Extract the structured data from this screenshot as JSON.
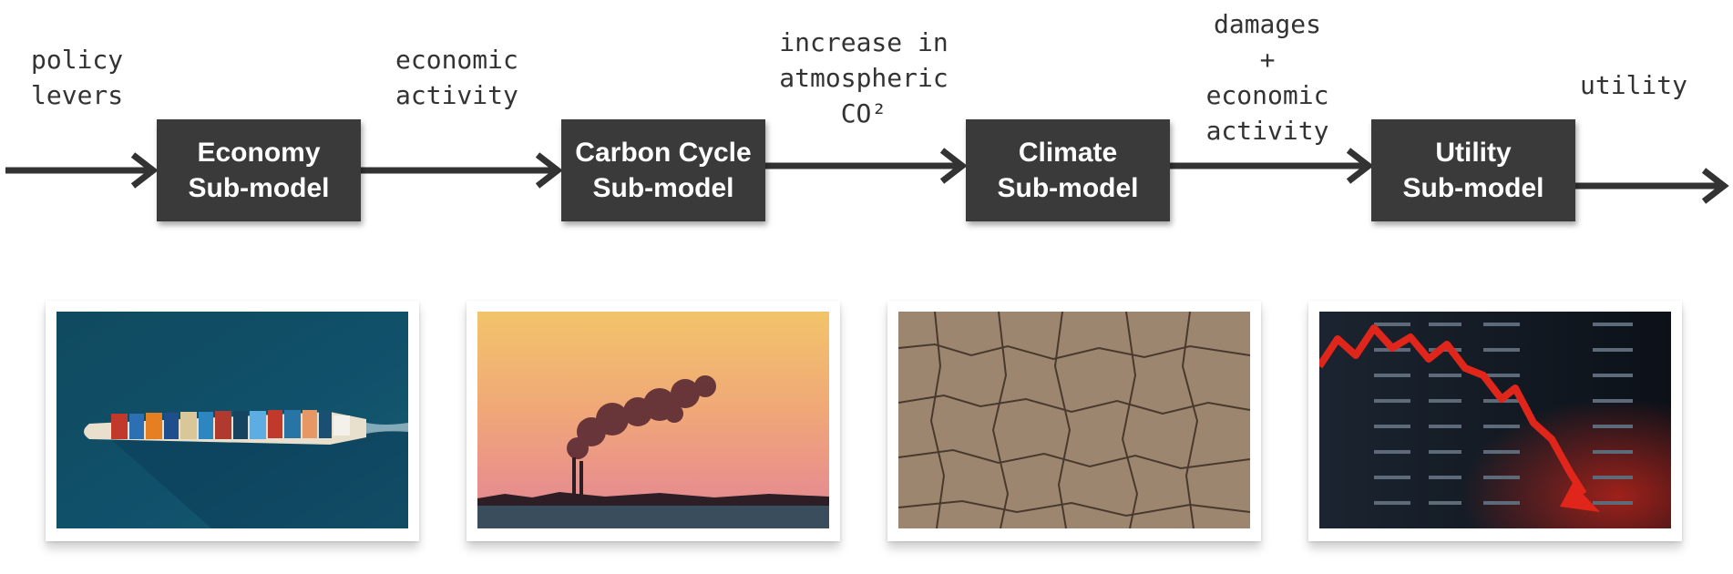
{
  "flow": {
    "input_label": "policy\nlevers",
    "labels": [
      "economic\nactivity",
      "increase in\natmospheric\nCO²",
      "damages\n+\neconomic\nactivity",
      "utility"
    ],
    "submodels": [
      {
        "line1": "Economy",
        "line2": "Sub-model"
      },
      {
        "line1": "Carbon Cycle",
        "line2": "Sub-model"
      },
      {
        "line1": "Climate",
        "line2": "Sub-model"
      },
      {
        "line1": "Utility",
        "line2": "Sub-model"
      }
    ]
  },
  "photos": [
    {
      "subject": "aerial view of container ship at sea"
    },
    {
      "subject": "factory smokestacks emitting smoke at sunset"
    },
    {
      "subject": "dry cracked earth"
    },
    {
      "subject": "stock market chart with falling red arrow"
    }
  ],
  "colors": {
    "box_fill": "#3a3a3a",
    "arrow": "#333333",
    "label_text": "#333333",
    "box_text": "#ffffff"
  }
}
